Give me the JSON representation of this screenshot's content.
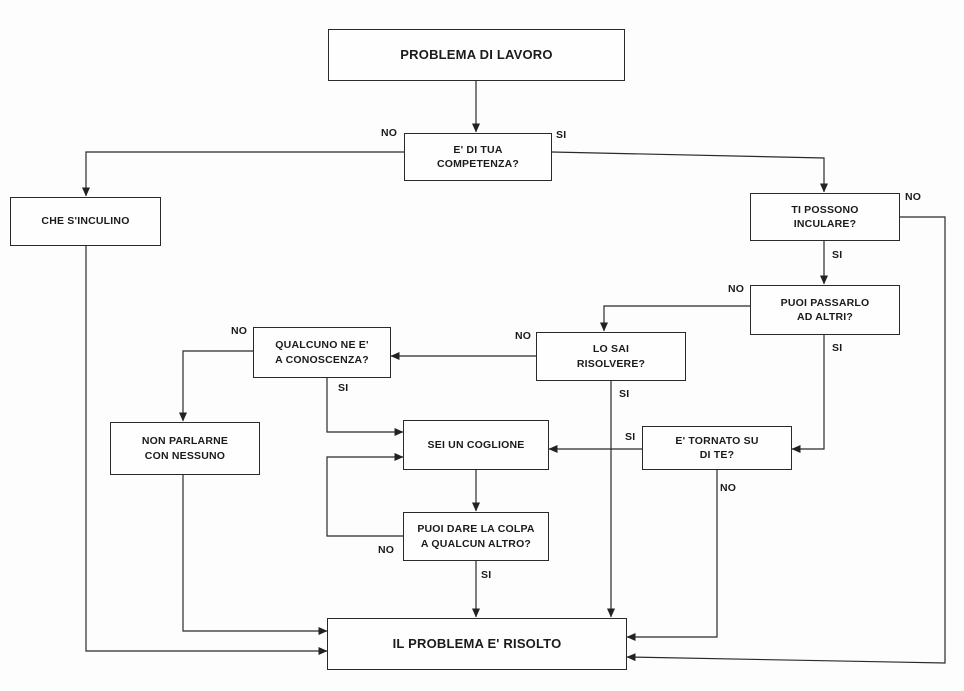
{
  "nodes": {
    "start": "PROBLEMA DI LAVORO",
    "competenza": "E' DI TUA\nCOMPETENZA?",
    "sinculino": "CHE S'INCULINO",
    "inculare": "TI POSSONO\nINCULARE?",
    "passarlo": "PUOI PASSARLO\nAD ALTRI?",
    "conoscenza": "QUALCUNO NE E'\nA CONOSCENZA?",
    "risolvere": "LO SAI\nRISOLVERE?",
    "parlarne": "NON PARLARNE\nCON NESSUNO",
    "coglione": "SEI UN COGLIONE",
    "tornato": "E' TORNATO SU\nDI TE?",
    "colpa": "PUOI DARE LA COLPA\nA QUALCUN ALTRO?",
    "risolto": "IL PROBLEMA E' RISOLTO"
  },
  "edges": {
    "competenza_no": "NO",
    "competenza_si": "SI",
    "inculare_no": "NO",
    "inculare_si": "SI",
    "passarlo_no": "NO",
    "passarlo_si": "SI",
    "conoscenza_no": "NO",
    "conoscenza_si": "SI",
    "risolvere_no": "NO",
    "risolvere_si": "SI",
    "tornato_si": "SI",
    "tornato_no": "NO",
    "colpa_no": "NO",
    "colpa_si": "SI"
  }
}
